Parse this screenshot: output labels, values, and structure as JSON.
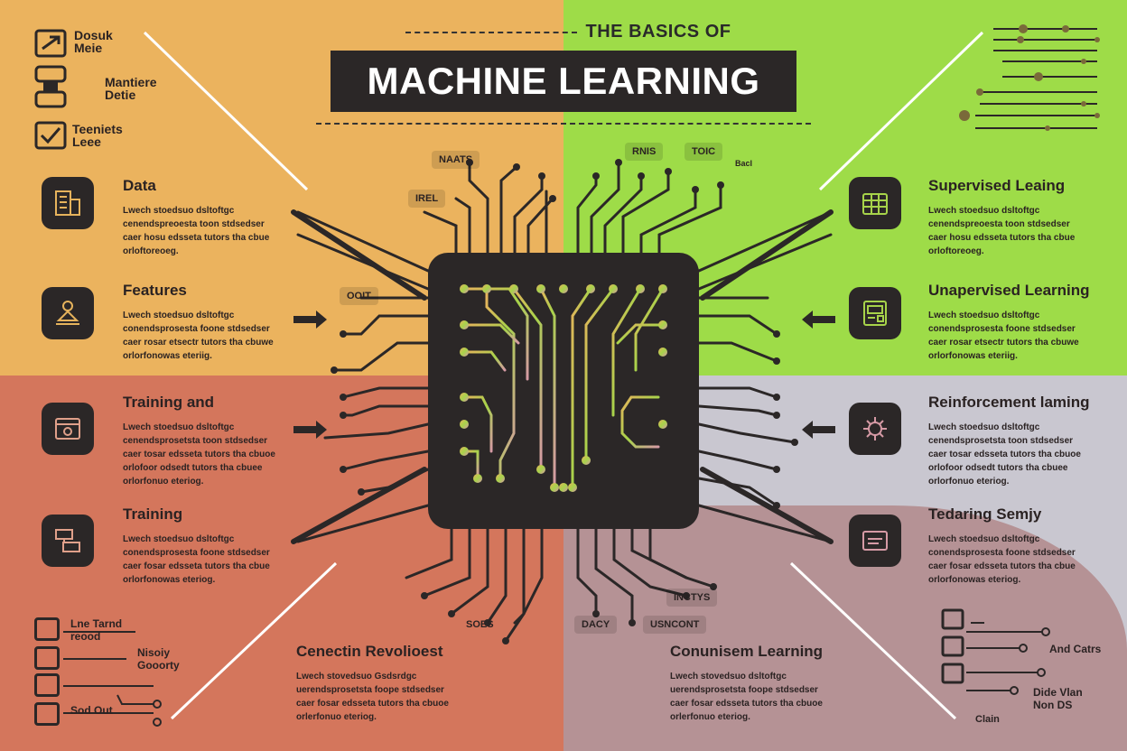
{
  "header": {
    "kicker": "THE BASICS OF",
    "title": "MACHINE LEARNING"
  },
  "left_sections": [
    {
      "title": "Data",
      "body": [
        "Lwech stoedsuo  dsltoftgc",
        "cenendspreoesta  toon stdsedser",
        "caer hosu edsseta tutors tha cbue",
        "orloftoreoeg."
      ]
    },
    {
      "title": "Features",
      "body": [
        "Lwech stoedsuo  dsltoftgc",
        "conendsprosesta  foone stdsedser",
        "caer rosar etsectr tutors tha cbuwe",
        "orlorfonowas eteriig."
      ]
    },
    {
      "title": "Training and",
      "body": [
        "Lwech stoedsuo  dsltoftgc",
        "cenendsprosetsta  toon stdsedser",
        "caer tosar edsseta tutors tha cbuoe",
        "orlofoor odsedt tutors tha cbuee",
        "orlorfonuo eteriog."
      ]
    },
    {
      "title": "Training",
      "body": [
        "Lwech stoedsuo  dsltoftgc",
        "conendsprosesta  foone stdsedser",
        "caer fosar edsseta tutors tha cbue",
        "orlorfonowas eteriog."
      ]
    }
  ],
  "right_sections": [
    {
      "title": "Supervised Leaing",
      "body": [
        "Lwech stoedsuo  dsltoftgc",
        "cenendspreoesta  toon stdsedser",
        "caer hosu edsseta tutors tha cbue",
        "orloftoreoeg."
      ]
    },
    {
      "title": "Unapervised Learning",
      "body": [
        "Lwech stoedsuo  dsltoftgc",
        "conendsprosesta  foone stdsedser",
        "caer rosar etsectr tutors tha cbuwe",
        "orlorfonowas eteriig."
      ]
    },
    {
      "title": "Reinforcement laming",
      "body": [
        "Lwech stoedsuo  dsltoftgc",
        "cenendsprosetsta  toon stdsedser",
        "caer tosar edsseta tutors tha cbuoe",
        "orlofoor odsedt tutors tha cbuee",
        "orlorfonuo eteriog."
      ]
    },
    {
      "title": "Tedaring Semjy",
      "body": [
        "Lwech stoedsuo  dsltoftgc",
        "conendsprosesta  foone stdsedser",
        "caer fosar edsseta tutors tha cbue",
        "orlorfonowas eteriog."
      ]
    }
  ],
  "bottom_sections": [
    {
      "title": "Cenectin Revolioest",
      "body": [
        "Lwech stovedsuo  Gsdsrdgc",
        "uerendsprosetsta  foope stdsedser",
        "caer fosar edsseta tutors tha cbuoe",
        "orlerfonuo eteriog."
      ]
    },
    {
      "title": "Conunisem Learning",
      "body": [
        "Lwech stovedsuo  dsltoftgc",
        "uerendsprosetsta  foope stdsedser",
        "caer fosar edsseta tutors tha cbuoe",
        "orlerfonuo eteriog."
      ]
    }
  ],
  "top_left_list": [
    {
      "label": "Dosuk\nMeie",
      "icon": "send-icon"
    },
    {
      "label": "Mantiere\nDetie",
      "icon": "link-icon"
    },
    {
      "label": "Teeniets\nLeee",
      "icon": "check-icon"
    }
  ],
  "bottom_left_list": [
    {
      "label": "Lne Tarnd\nreood",
      "icon": "folder-icon"
    },
    {
      "label": "Nisoiy\nGooorty",
      "icon": "folder-icon"
    },
    {
      "label": "",
      "icon": "folder-icon"
    },
    {
      "label": "Sod Out",
      "icon": "folder-icon"
    }
  ],
  "bottom_right_labels": [
    "And Catrs",
    "Dide Vlan\nNon DS",
    "Clain"
  ],
  "tags": {
    "top": [
      "NAATS",
      "IREL",
      "RNIS",
      "TOIC",
      "Bacl",
      "OOIT"
    ],
    "bottom": [
      "SOES",
      "DACY",
      "INCTYS",
      "USNCONT"
    ]
  },
  "colors": {
    "top_left": "#ebb35e",
    "top_right": "#9edc48",
    "bottom_left": "#d4765c",
    "bottom_right": "#c9c7d0",
    "dark": "#2b2727"
  }
}
